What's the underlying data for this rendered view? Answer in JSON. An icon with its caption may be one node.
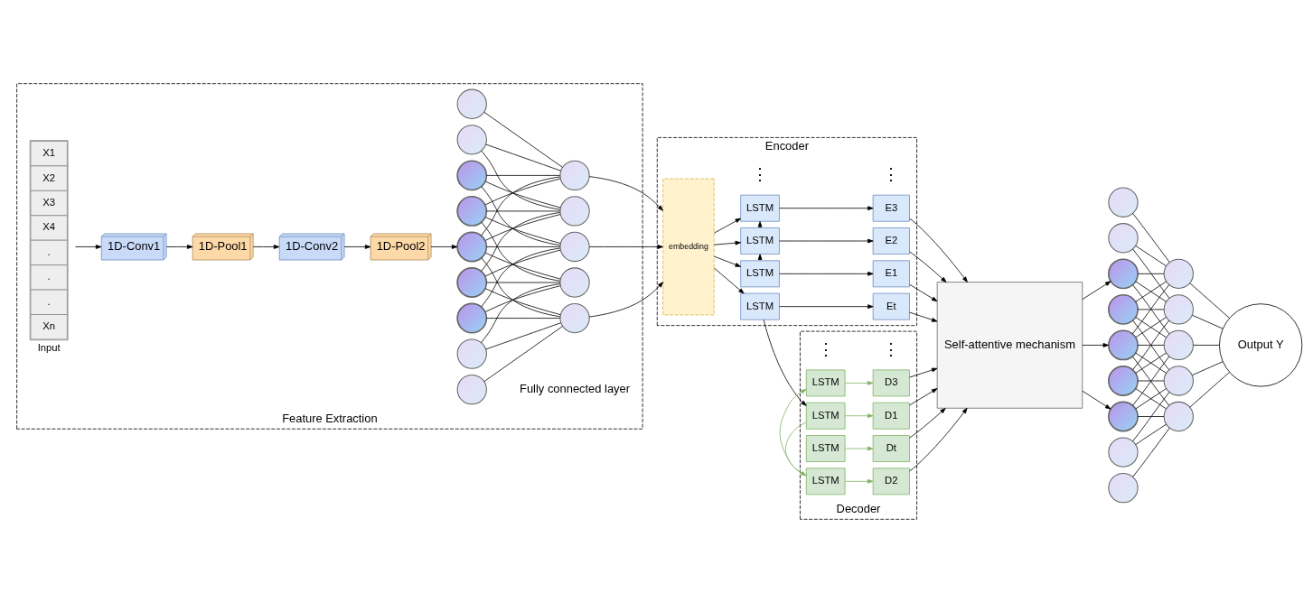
{
  "diagram": {
    "nodes": [
      {
        "text": [
          "Feature Extraction"
        ]
      },
      {
        "text": [
          "X1",
          "X2",
          "X3",
          "X4",
          ".",
          ".",
          ".",
          "Xn",
          "Input"
        ],
        "in": 0
      },
      {
        "text": [
          "1D-Conv1"
        ],
        "in": 0
      },
      {
        "text": [
          "1D-Pool1"
        ],
        "in": 0
      },
      {
        "text": [
          "1D-Conv2"
        ],
        "in": 0
      },
      {
        "text": [
          "1D-Pool2"
        ],
        "in": 0
      },
      {
        "text": [],
        "shape": "circle",
        "in": 0
      },
      {
        "text": [],
        "shape": "circle",
        "in": 0
      },
      {
        "text": [],
        "shape": "circle",
        "in": 0
      },
      {
        "text": [],
        "shape": "circle",
        "in": 0
      },
      {
        "text": [],
        "shape": "circle",
        "in": 0
      },
      {
        "text": [],
        "shape": "circle",
        "in": 0
      },
      {
        "text": [],
        "shape": "circle",
        "in": 0
      },
      {
        "text": [],
        "shape": "circle",
        "in": 0
      },
      {
        "text": [],
        "shape": "circle",
        "in": 0
      },
      {
        "text": [],
        "shape": "circle",
        "in": 0
      },
      {
        "text": [],
        "shape": "circle",
        "in": 0
      },
      {
        "text": [],
        "shape": "circle",
        "in": 0
      },
      {
        "text": [],
        "shape": "circle",
        "in": 0
      },
      {
        "text": [],
        "shape": "circle",
        "in": 0
      },
      {
        "text": [
          "Encoder"
        ]
      },
      {
        "text": [
          "embedding"
        ],
        "in": 20
      },
      {
        "text": [
          "LSTM"
        ],
        "in": 20
      },
      {
        "text": [
          "E1"
        ],
        "in": 20
      },
      {
        "text": [
          "LSTM"
        ],
        "in": 20
      },
      {
        "text": [
          "E2"
        ],
        "in": 20
      },
      {
        "text": [
          "LSTM"
        ],
        "in": 20
      },
      {
        "text": [
          "E3"
        ],
        "in": 20
      },
      {
        "text": [
          "LSTM"
        ],
        "in": 20
      },
      {
        "text": [
          "Et"
        ],
        "in": 20
      },
      {
        "text": [
          "Decoder"
        ]
      },
      {
        "text": [
          "LSTM"
        ],
        "in": 30
      },
      {
        "text": [
          "D1"
        ],
        "in": 30
      },
      {
        "text": [
          "LSTM"
        ],
        "in": 30
      },
      {
        "text": [
          "D2"
        ],
        "in": 30
      },
      {
        "text": [
          "LSTM"
        ],
        "in": 30
      },
      {
        "text": [
          "D3"
        ],
        "in": 30
      },
      {
        "text": [
          "LSTM"
        ],
        "in": 30
      },
      {
        "text": [
          "Dt"
        ],
        "in": 30
      },
      {
        "text": [
          "Self-attentive mechanism"
        ]
      },
      {
        "text": [],
        "shape": "circle"
      },
      {
        "text": [],
        "shape": "circle"
      },
      {
        "text": [],
        "shape": "circle"
      },
      {
        "text": [],
        "shape": "circle"
      },
      {
        "text": [],
        "shape": "circle"
      },
      {
        "text": [],
        "shape": "circle"
      },
      {
        "text": [],
        "shape": "circle"
      },
      {
        "text": [],
        "shape": "circle"
      },
      {
        "text": [],
        "shape": "circle"
      },
      {
        "text": [],
        "shape": "circle"
      },
      {
        "text": [],
        "shape": "circle"
      },
      {
        "text": [],
        "shape": "circle"
      },
      {
        "text": [],
        "shape": "circle"
      },
      {
        "text": [],
        "shape": "circle"
      },
      {
        "text": [
          "Output Y"
        ]
      }
    ],
    "edges": [
      {
        "from": 1,
        "to": 2,
        "arrow": "to"
      },
      {
        "from": 2,
        "to": 3,
        "arrow": "to"
      },
      {
        "from": 3,
        "to": 4,
        "arrow": "to"
      },
      {
        "from": 4,
        "to": 5,
        "arrow": "to"
      },
      {
        "from": 5,
        "to": 10,
        "arrow": "to"
      },
      {
        "from": 6,
        "to": 15,
        "arrow": "none"
      },
      {
        "from": 7,
        "to": 15,
        "arrow": "none"
      },
      {
        "from": 8,
        "to": 15,
        "arrow": "none"
      },
      {
        "from": 9,
        "to": 15,
        "arrow": "none"
      },
      {
        "from": 10,
        "to": 15,
        "arrow": "none"
      },
      {
        "from": 7,
        "to": 16,
        "arrow": "none"
      },
      {
        "from": 8,
        "to": 16,
        "arrow": "none"
      },
      {
        "from": 9,
        "to": 16,
        "arrow": "none"
      },
      {
        "from": 10,
        "to": 16,
        "arrow": "none"
      },
      {
        "from": 11,
        "to": 16,
        "arrow": "none"
      },
      {
        "from": 8,
        "to": 17,
        "arrow": "none"
      },
      {
        "from": 9,
        "to": 17,
        "arrow": "none"
      },
      {
        "from": 10,
        "to": 17,
        "arrow": "none"
      },
      {
        "from": 11,
        "to": 17,
        "arrow": "none"
      },
      {
        "from": 12,
        "to": 17,
        "arrow": "none"
      },
      {
        "from": 9,
        "to": 18,
        "arrow": "none"
      },
      {
        "from": 10,
        "to": 18,
        "arrow": "none"
      },
      {
        "from": 11,
        "to": 18,
        "arrow": "none"
      },
      {
        "from": 12,
        "to": 18,
        "arrow": "none"
      },
      {
        "from": 13,
        "to": 18,
        "arrow": "none"
      },
      {
        "from": 10,
        "to": 19,
        "arrow": "none"
      },
      {
        "from": 11,
        "to": 19,
        "arrow": "none"
      },
      {
        "from": 12,
        "to": 19,
        "arrow": "none"
      },
      {
        "from": 13,
        "to": 19,
        "arrow": "none"
      },
      {
        "from": 14,
        "to": 19,
        "arrow": "none"
      },
      {
        "from": 15,
        "to": 21,
        "arrow": "to"
      },
      {
        "from": 17,
        "to": 21,
        "arrow": "to"
      },
      {
        "from": 19,
        "to": 21,
        "arrow": "to"
      },
      {
        "from": 21,
        "to": 22,
        "arrow": "to"
      },
      {
        "from": 21,
        "to": 24,
        "arrow": "to"
      },
      {
        "from": 21,
        "to": 26,
        "arrow": "to"
      },
      {
        "from": 21,
        "to": 28,
        "arrow": "to"
      },
      {
        "from": 22,
        "to": 23,
        "arrow": "to"
      },
      {
        "from": 24,
        "to": 25,
        "arrow": "to"
      },
      {
        "from": 26,
        "to": 27,
        "arrow": "to"
      },
      {
        "from": 28,
        "to": 29,
        "arrow": "to"
      },
      {
        "from": 22,
        "to": 24,
        "arrow": "to"
      },
      {
        "from": 24,
        "to": 26,
        "arrow": "to"
      },
      {
        "from": 28,
        "to": 31,
        "arrow": "to"
      },
      {
        "from": 31,
        "to": 32,
        "arrow": "to",
        "color": "#82b366"
      },
      {
        "from": 33,
        "to": 34,
        "arrow": "to",
        "color": "#82b366"
      },
      {
        "from": 35,
        "to": 36,
        "arrow": "to",
        "color": "#82b366"
      },
      {
        "from": 37,
        "to": 38,
        "arrow": "to",
        "color": "#82b366"
      },
      {
        "from": 31,
        "to": 33,
        "arrow": "to",
        "color": "#82b366"
      },
      {
        "from": 33,
        "to": 35,
        "arrow": "to",
        "color": "#82b366"
      },
      {
        "from": 23,
        "to": 39,
        "arrow": "to"
      },
      {
        "from": 25,
        "to": 39,
        "arrow": "to"
      },
      {
        "from": 27,
        "to": 39,
        "arrow": "to"
      },
      {
        "from": 29,
        "to": 39,
        "arrow": "to"
      },
      {
        "from": 32,
        "to": 39,
        "arrow": "to"
      },
      {
        "from": 34,
        "to": 39,
        "arrow": "to"
      },
      {
        "from": 36,
        "to": 39,
        "arrow": "to"
      },
      {
        "from": 38,
        "to": 39,
        "arrow": "to"
      },
      {
        "from": 39,
        "to": 42,
        "arrow": "to"
      },
      {
        "from": 39,
        "to": 44,
        "arrow": "to"
      },
      {
        "from": 39,
        "to": 46,
        "arrow": "to"
      },
      {
        "from": 40,
        "to": 49,
        "arrow": "none"
      },
      {
        "from": 41,
        "to": 49,
        "arrow": "none"
      },
      {
        "from": 42,
        "to": 49,
        "arrow": "none"
      },
      {
        "from": 43,
        "to": 49,
        "arrow": "none"
      },
      {
        "from": 44,
        "to": 49,
        "arrow": "none"
      },
      {
        "from": 41,
        "to": 50,
        "arrow": "none"
      },
      {
        "from": 42,
        "to": 50,
        "arrow": "none"
      },
      {
        "from": 43,
        "to": 50,
        "arrow": "none"
      },
      {
        "from": 44,
        "to": 50,
        "arrow": "none"
      },
      {
        "from": 45,
        "to": 50,
        "arrow": "none"
      },
      {
        "from": 42,
        "to": 51,
        "arrow": "none"
      },
      {
        "from": 43,
        "to": 51,
        "arrow": "none"
      },
      {
        "from": 44,
        "to": 51,
        "arrow": "none"
      },
      {
        "from": 45,
        "to": 51,
        "arrow": "none"
      },
      {
        "from": 46,
        "to": 51,
        "arrow": "none"
      },
      {
        "from": 43,
        "to": 52,
        "arrow": "none"
      },
      {
        "from": 44,
        "to": 52,
        "arrow": "none"
      },
      {
        "from": 45,
        "to": 52,
        "arrow": "none"
      },
      {
        "from": 46,
        "to": 52,
        "arrow": "none"
      },
      {
        "from": 47,
        "to": 52,
        "arrow": "none"
      },
      {
        "from": 44,
        "to": 53,
        "arrow": "none"
      },
      {
        "from": 45,
        "to": 53,
        "arrow": "none"
      },
      {
        "from": 46,
        "to": 53,
        "arrow": "none"
      },
      {
        "from": 47,
        "to": 53,
        "arrow": "none"
      },
      {
        "from": 48,
        "to": 53,
        "arrow": "none"
      },
      {
        "from": 49,
        "to": 54,
        "arrow": "none"
      },
      {
        "from": 50,
        "to": 54,
        "arrow": "none"
      },
      {
        "from": 51,
        "to": 54,
        "arrow": "none"
      },
      {
        "from": 52,
        "to": 54,
        "arrow": "none"
      },
      {
        "from": 53,
        "to": 54,
        "arrow": "none"
      }
    ],
    "labels": [
      "Fully connected layer",
      "⋮",
      "⋮",
      "⋮",
      "⋮"
    ]
  }
}
